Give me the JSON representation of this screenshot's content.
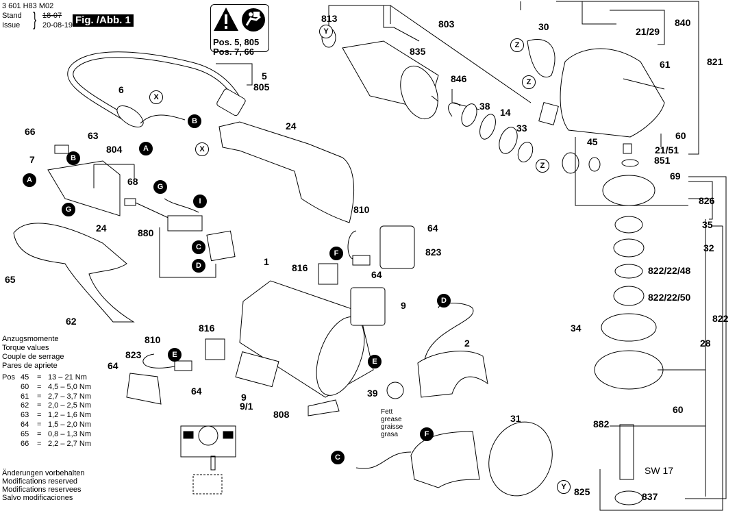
{
  "header": {
    "part_code": "3 601 H83 M02",
    "stand_label": "Stand",
    "issue_label": "Issue",
    "date_old": "18-07",
    "date_new": "20-08-19",
    "figure_label": "Fig. /Abb. 1"
  },
  "warning_box": {
    "icons": [
      "warning-triangle-icon",
      "read-manual-icon"
    ],
    "line1": "Pos. 5, 805",
    "line2": "Pos. 7, 66"
  },
  "torque_table": {
    "title_lines": [
      "Anzugsmomente",
      "Torque values",
      "Couple de serrage",
      "Pares de apriete"
    ],
    "pos_label": "Pos",
    "rows": [
      {
        "pos": "45",
        "eq": "=",
        "value": "13  – 21 Nm"
      },
      {
        "pos": "60",
        "eq": "=",
        "value": "4,5 – 5,0 Nm"
      },
      {
        "pos": "61",
        "eq": "=",
        "value": "2,7 – 3,7 Nm"
      },
      {
        "pos": "62",
        "eq": "=",
        "value": "2,0 – 2,5 Nm"
      },
      {
        "pos": "63",
        "eq": "=",
        "value": "1,2 – 1,6 Nm"
      },
      {
        "pos": "64",
        "eq": "=",
        "value": "1,5 – 2,0 Nm"
      },
      {
        "pos": "65",
        "eq": "=",
        "value": "0,8 – 1,3 Nm"
      },
      {
        "pos": "66",
        "eq": "=",
        "value": "2,2 – 2,7 Nm"
      }
    ]
  },
  "modifications_note": [
    "Änderungen vorbehalten",
    "Modifications reserved",
    "Modifications reservees",
    "Salvo modificaciones"
  ],
  "grease_note": [
    "Fett",
    "grease",
    "graisse",
    "grasa"
  ],
  "part_labels": [
    {
      "text": "5"
    },
    {
      "text": "805"
    },
    {
      "text": "6"
    },
    {
      "text": "66"
    },
    {
      "text": "63"
    },
    {
      "text": "7"
    },
    {
      "text": "804"
    },
    {
      "text": "68"
    },
    {
      "text": "24"
    },
    {
      "text": "24"
    },
    {
      "text": "880"
    },
    {
      "text": "65"
    },
    {
      "text": "62"
    },
    {
      "text": "810"
    },
    {
      "text": "823"
    },
    {
      "text": "64"
    },
    {
      "text": "816"
    },
    {
      "text": "64"
    },
    {
      "text": "9"
    },
    {
      "text": "9/1"
    },
    {
      "text": "808"
    },
    {
      "text": "1"
    },
    {
      "text": "816"
    },
    {
      "text": "64"
    },
    {
      "text": "810"
    },
    {
      "text": "64"
    },
    {
      "text": "823"
    },
    {
      "text": "9"
    },
    {
      "text": "2"
    },
    {
      "text": "39"
    },
    {
      "text": "31"
    },
    {
      "text": "813"
    },
    {
      "text": "803"
    },
    {
      "text": "835"
    },
    {
      "text": "846"
    },
    {
      "text": "38"
    },
    {
      "text": "14"
    },
    {
      "text": "33"
    },
    {
      "text": "30"
    },
    {
      "text": "840"
    },
    {
      "text": "21/29"
    },
    {
      "text": "821"
    },
    {
      "text": "61"
    },
    {
      "text": "60"
    },
    {
      "text": "21/51"
    },
    {
      "text": "851"
    },
    {
      "text": "45"
    },
    {
      "text": "69"
    },
    {
      "text": "826"
    },
    {
      "text": "35"
    },
    {
      "text": "32"
    },
    {
      "text": "822/22/48"
    },
    {
      "text": "822/22/50"
    },
    {
      "text": "822"
    },
    {
      "text": "34"
    },
    {
      "text": "28"
    },
    {
      "text": "60"
    },
    {
      "text": "882"
    },
    {
      "text": "SW 17"
    },
    {
      "text": "825"
    },
    {
      "text": "837"
    }
  ],
  "connector_markers": [
    {
      "text": "X",
      "filled": false
    },
    {
      "text": "B",
      "filled": true
    },
    {
      "text": "A",
      "filled": true
    },
    {
      "text": "B",
      "filled": true
    },
    {
      "text": "A",
      "filled": true
    },
    {
      "text": "G",
      "filled": true
    },
    {
      "text": "X",
      "filled": false
    },
    {
      "text": "G",
      "filled": true
    },
    {
      "text": "I",
      "filled": true
    },
    {
      "text": "C",
      "filled": true
    },
    {
      "text": "D",
      "filled": true
    },
    {
      "text": "E",
      "filled": true
    },
    {
      "text": "F",
      "filled": true
    },
    {
      "text": "D",
      "filled": true
    },
    {
      "text": "E",
      "filled": true
    },
    {
      "text": "F",
      "filled": true
    },
    {
      "text": "C",
      "filled": true
    },
    {
      "text": "Y",
      "filled": false
    },
    {
      "text": "Y",
      "filled": false
    },
    {
      "text": "Z",
      "filled": false
    },
    {
      "text": "Z",
      "filled": false
    },
    {
      "text": "Z",
      "filled": false
    }
  ]
}
